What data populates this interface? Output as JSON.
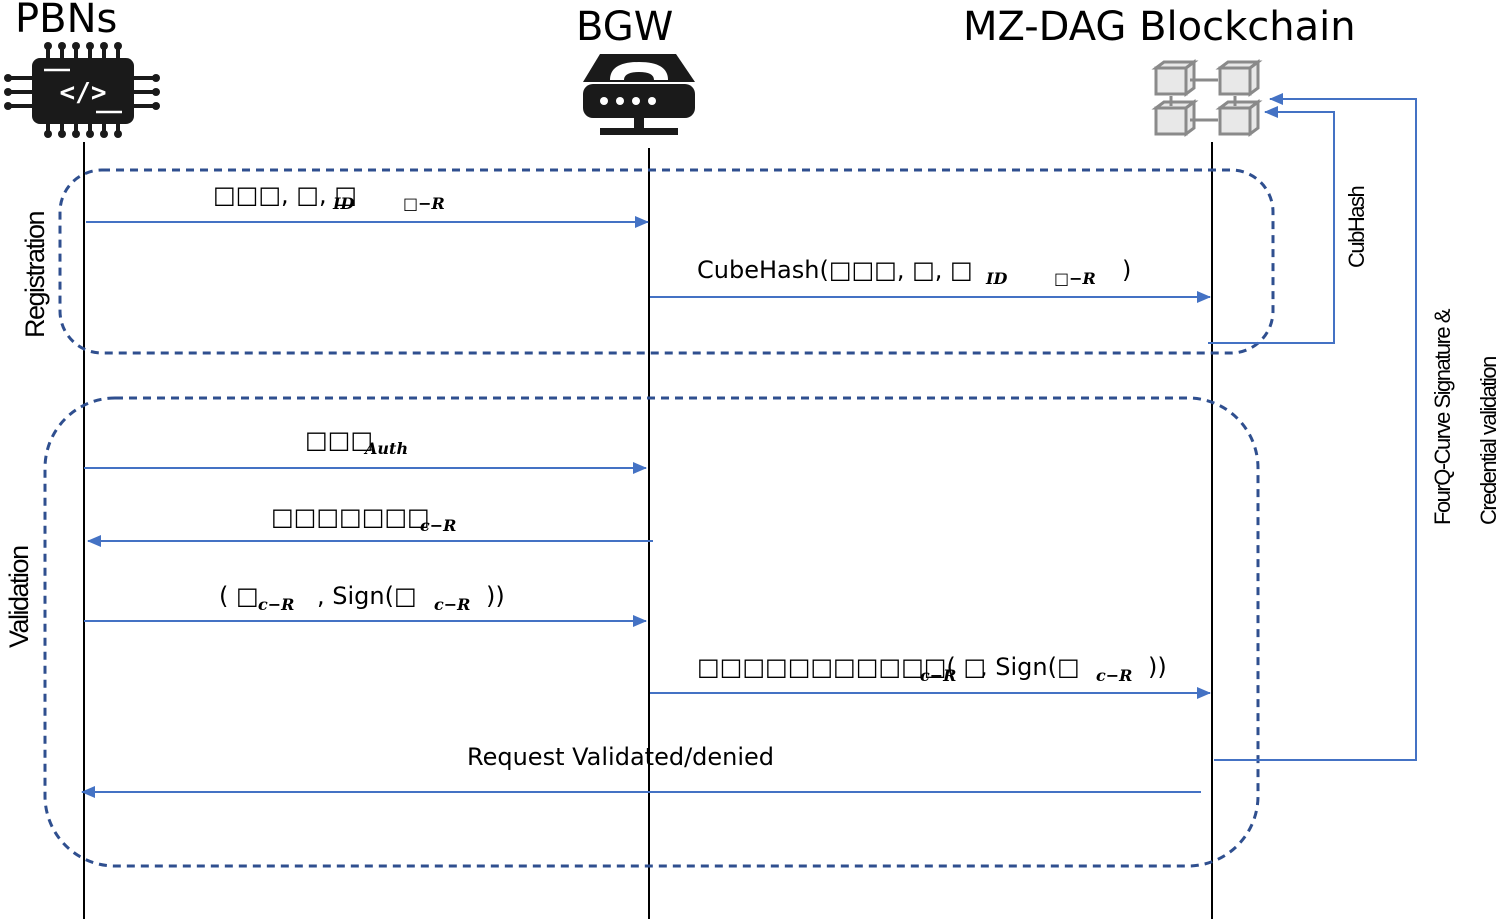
{
  "actors": {
    "pbn": "PBNs",
    "bgw": "BGW",
    "chain": "MZ-DAG Blockchain"
  },
  "phases": {
    "registration": "Registration",
    "validation": "Validation"
  },
  "side_labels": {
    "cubehash": "CubHash",
    "fourq_line1": "FourQ-Curve Signature &",
    "fourq_line2": "Credential validation"
  },
  "messages": {
    "m1_main": "□□□, □, □",
    "m1_sub1": "ID",
    "m1_sub2": "□−R",
    "m2_prefix": "CubeHash(",
    "m2_main": "□□□, □, □",
    "m2_sub1": "ID",
    "m2_sub2": "□−R",
    "m2_suffix": ")",
    "m3_main": "□□□",
    "m3_sub": "Auth",
    "m4_main": "□□□□□□□",
    "m4_sub": "c−R",
    "m5_prefix": "( □",
    "m5_sub1": "c−R",
    "m5_mid": ", Sign(□",
    "m5_sub2": "c−R",
    "m5_suffix": "))",
    "m6_main": "□□□□□□□□□□□( □",
    "m6_sub1": "c−R",
    "m6_mid": ", Sign(□",
    "m6_sub2": "c−R",
    "m6_suffix": "))",
    "m7": "Request Validated/denied"
  },
  "icons": {
    "pbn": "chip-code-icon",
    "bgw": "gateway-phone-icon",
    "chain": "blockchain-cubes-icon"
  },
  "colors": {
    "arrow": "#4472c4",
    "box_border": "#2f4f8f",
    "lifeline": "#000000",
    "icon_dark": "#1a1a1a",
    "icon_gray": "#8a8a8a"
  }
}
